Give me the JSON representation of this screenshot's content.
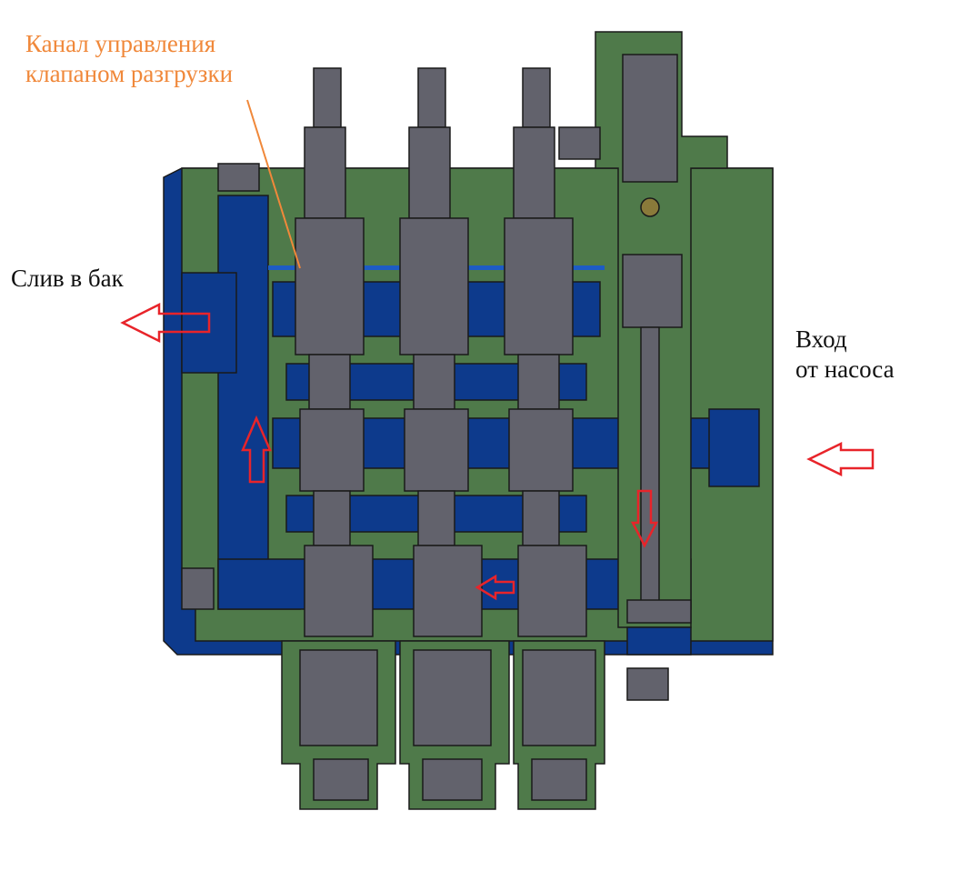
{
  "labels": {
    "control_channel_line1": "Канал управления",
    "control_channel_line2": "клапаном разгрузки",
    "drain_to_tank": "Слив в бак",
    "inlet_line1": "Вход",
    "inlet_line2": "от насоса"
  },
  "colors": {
    "body_green": "#4f7a4a",
    "channel_blue": "#0d3a8c",
    "steel_grey": "#62626c",
    "arrow_red": "#e8242a",
    "label_orange": "#f0883a"
  },
  "spools": [
    "spool-1",
    "spool-2",
    "spool-3"
  ]
}
